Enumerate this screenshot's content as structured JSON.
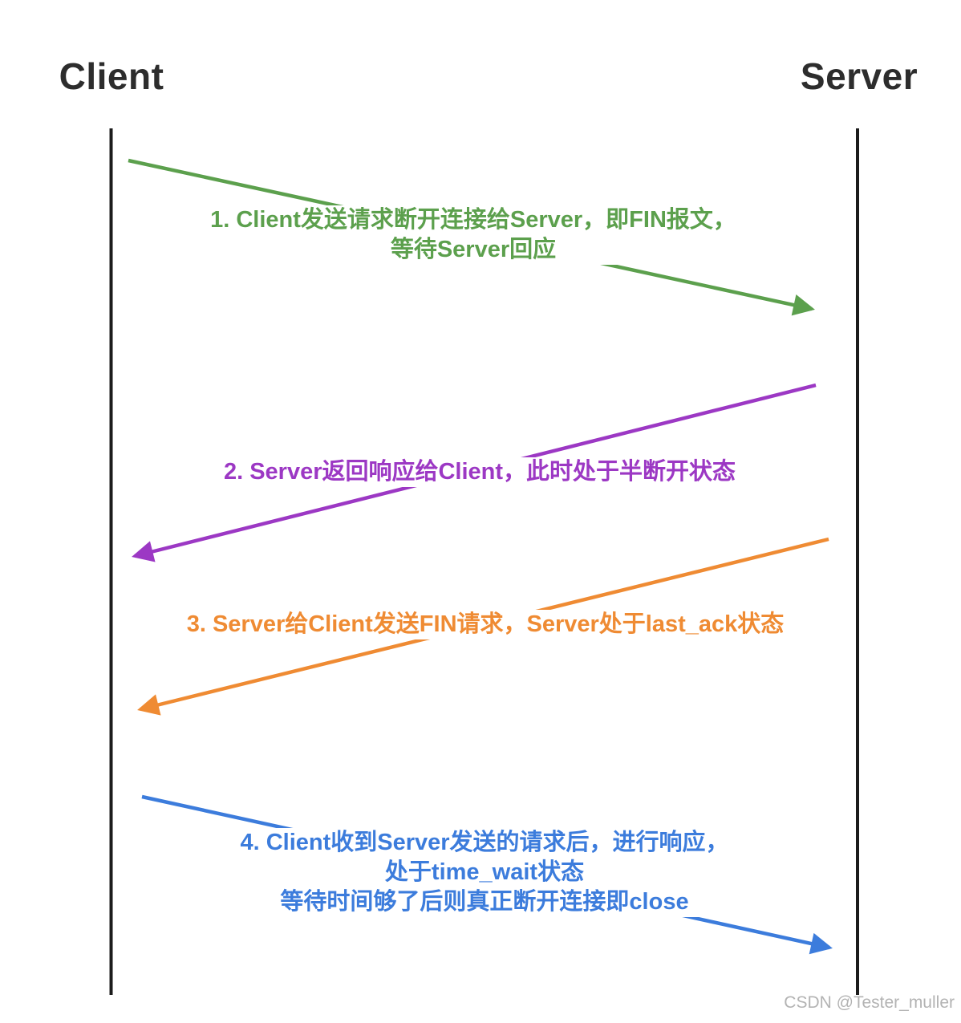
{
  "page": {
    "left_actor": "Client",
    "right_actor": "Server",
    "watermark": "CSDN @Tester_muller"
  },
  "colors": {
    "green": "#5ca04d",
    "purple": "#9c38c4",
    "orange": "#ef8b33",
    "blue": "#3c7cdc",
    "lifeline": "#1c1c1c",
    "title": "#2d2d2d",
    "watermark": "#b3b3b3"
  },
  "messages": [
    {
      "step": 1,
      "color_name": "green",
      "direction": "client-to-server",
      "lines": [
        "1. Client发送请求断开连接给Server，即FIN报文，",
        "等待Server回应"
      ]
    },
    {
      "step": 2,
      "color_name": "purple",
      "direction": "server-to-client",
      "lines": [
        "2. Server返回响应给Client，此时处于半断开状态"
      ]
    },
    {
      "step": 3,
      "color_name": "orange",
      "direction": "server-to-client",
      "lines": [
        "3. Server给Client发送FIN请求，Server处于last_ack状态"
      ]
    },
    {
      "step": 4,
      "color_name": "blue",
      "direction": "client-to-server",
      "lines": [
        "4. Client收到Server发送的请求后，进行响应，",
        "处于time_wait状态",
        "等待时间够了后则真正断开连接即close"
      ]
    }
  ]
}
